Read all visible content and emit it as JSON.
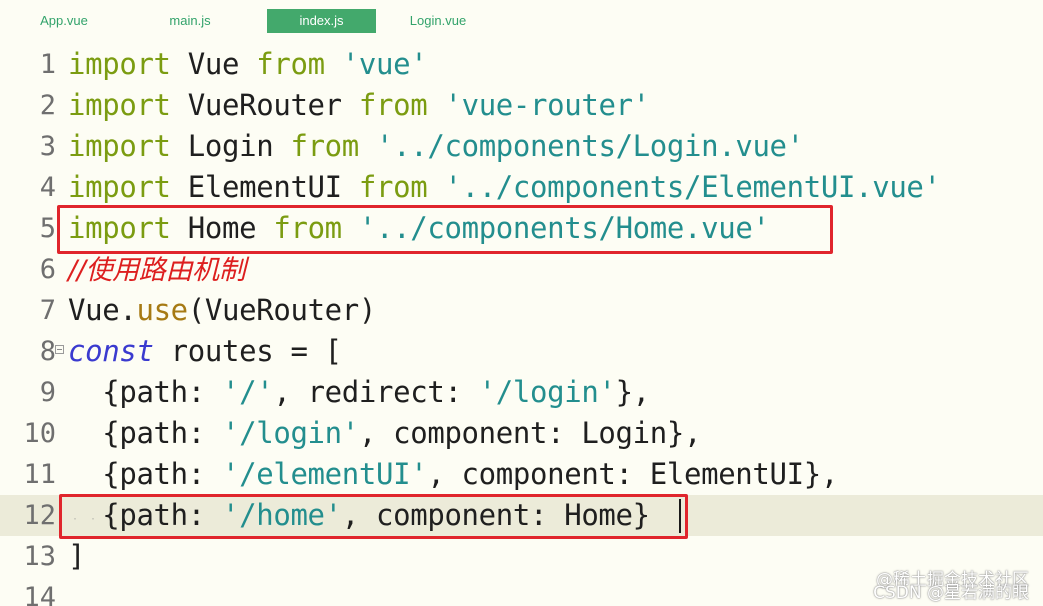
{
  "tabs": [
    {
      "label": "App.vue",
      "active": false
    },
    {
      "label": "main.js",
      "active": false
    },
    {
      "label": "index.js",
      "active": true
    },
    {
      "label": "Login.vue",
      "active": false
    }
  ],
  "colors": {
    "background": "#fdfdf4",
    "active_tab": "#43a96c",
    "tab_text": "#33a36b",
    "keyword": "#7b9c11",
    "string": "#238e8e",
    "storage": "#3a3acf",
    "function": "#a67a14",
    "comment": "#dd1f1f",
    "highlight_box": "#e0252c",
    "current_line": "#ecebd9"
  },
  "editor": {
    "current_line": 12,
    "lines": [
      {
        "num": "1",
        "tokens": [
          {
            "t": "import",
            "c": "kw"
          },
          {
            "t": " Vue ",
            "c": "txt"
          },
          {
            "t": "from",
            "c": "kw"
          },
          {
            "t": " ",
            "c": "txt"
          },
          {
            "t": "'vue'",
            "c": "str"
          }
        ]
      },
      {
        "num": "2",
        "tokens": [
          {
            "t": "import",
            "c": "kw"
          },
          {
            "t": " VueRouter ",
            "c": "txt"
          },
          {
            "t": "from",
            "c": "kw"
          },
          {
            "t": " ",
            "c": "txt"
          },
          {
            "t": "'vue-router'",
            "c": "str"
          }
        ]
      },
      {
        "num": "3",
        "tokens": [
          {
            "t": "import",
            "c": "kw"
          },
          {
            "t": " Login ",
            "c": "txt"
          },
          {
            "t": "from",
            "c": "kw"
          },
          {
            "t": " ",
            "c": "txt"
          },
          {
            "t": "'../components/Login.vue'",
            "c": "str"
          }
        ]
      },
      {
        "num": "4",
        "tokens": [
          {
            "t": "import",
            "c": "kw"
          },
          {
            "t": " ElementUI ",
            "c": "txt"
          },
          {
            "t": "from",
            "c": "kw"
          },
          {
            "t": " ",
            "c": "txt"
          },
          {
            "t": "'../components/ElementUI.vue'",
            "c": "str"
          }
        ]
      },
      {
        "num": "5",
        "tokens": [
          {
            "t": "import",
            "c": "kw"
          },
          {
            "t": " Home ",
            "c": "txt"
          },
          {
            "t": "from",
            "c": "kw"
          },
          {
            "t": " ",
            "c": "txt"
          },
          {
            "t": "'../components/Home.vue'",
            "c": "str"
          }
        ]
      },
      {
        "num": "6",
        "tokens": [
          {
            "t": "//使用路由机制",
            "c": "cmt"
          }
        ]
      },
      {
        "num": "7",
        "tokens": [
          {
            "t": "Vue.",
            "c": "txt"
          },
          {
            "t": "use",
            "c": "fn"
          },
          {
            "t": "(VueRouter)",
            "c": "txt"
          }
        ]
      },
      {
        "num": "8",
        "tokens": [
          {
            "t": "const",
            "c": "stor"
          },
          {
            "t": " routes = [",
            "c": "txt"
          }
        ]
      },
      {
        "num": "9",
        "tokens": [
          {
            "t": "  {path: ",
            "c": "txt"
          },
          {
            "t": "'/'",
            "c": "str"
          },
          {
            "t": ", redirect: ",
            "c": "txt"
          },
          {
            "t": "'/login'",
            "c": "str"
          },
          {
            "t": "},",
            "c": "txt"
          }
        ]
      },
      {
        "num": "10",
        "tokens": [
          {
            "t": "  {path: ",
            "c": "txt"
          },
          {
            "t": "'/login'",
            "c": "str"
          },
          {
            "t": ", component: Login},",
            "c": "txt"
          }
        ]
      },
      {
        "num": "11",
        "tokens": [
          {
            "t": "  {path: ",
            "c": "txt"
          },
          {
            "t": "'/elementUI'",
            "c": "str"
          },
          {
            "t": ", component: ElementUI},",
            "c": "txt"
          }
        ]
      },
      {
        "num": "12",
        "tokens": [
          {
            "t": "  {path: ",
            "c": "txt"
          },
          {
            "t": "'/home'",
            "c": "str"
          },
          {
            "t": ", component: Home}",
            "c": "txt"
          }
        ]
      },
      {
        "num": "13",
        "tokens": [
          {
            "t": "]",
            "c": "txt"
          }
        ]
      },
      {
        "num": "14",
        "tokens": []
      }
    ]
  },
  "watermark": {
    "line1": "@稀土掘金技术社区",
    "line2": "CSDN @星若满的眼"
  }
}
